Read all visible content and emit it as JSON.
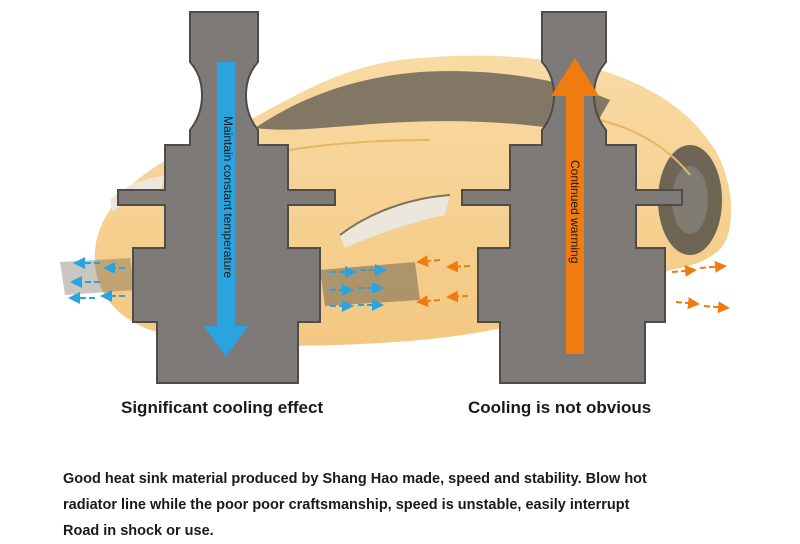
{
  "diagram": {
    "left_panel": {
      "arrow_label": "Maintain constant temperature",
      "caption": "Significant cooling effect"
    },
    "right_panel": {
      "arrow_label": "Continued warming",
      "caption": "Cooling is not obvious"
    },
    "description": {
      "line_1": "Good heat sink material produced by Shang Hao made, speed and stability. Blow hot",
      "line_2": "radiator line while the poor poor craftsmanship, speed is unstable, easily interrupt",
      "line_3": "Road in shock or use."
    }
  },
  "colors": {
    "car_body": "#f5c97a",
    "heatsink": "#7d7a78",
    "cool_arrow": "#2aa4e0",
    "warm_arrow": "#f07c10"
  }
}
